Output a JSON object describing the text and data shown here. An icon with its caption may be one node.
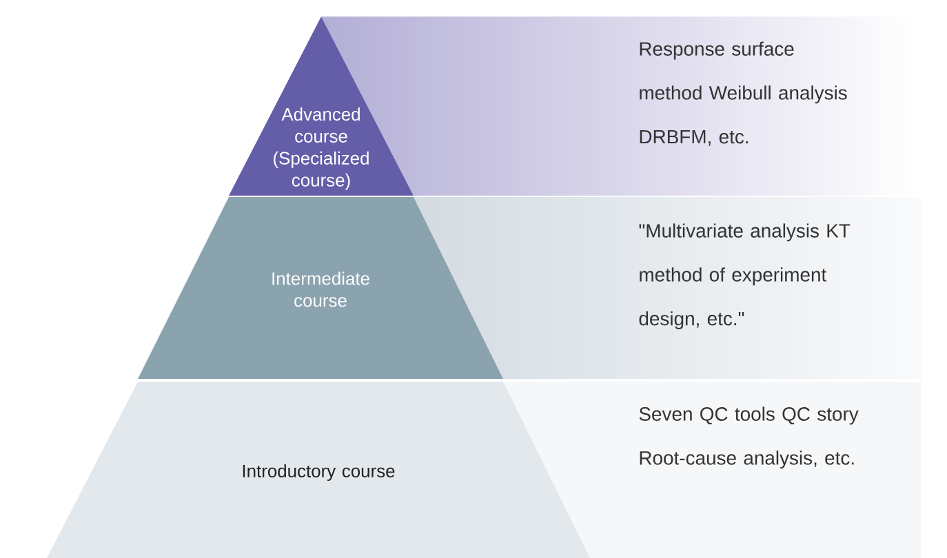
{
  "diagram": {
    "nodes": [
      {
        "text": [
          "Advanced course (Specialized course)"
        ]
      },
      {
        "text": [
          "Intermediate course"
        ]
      },
      {
        "text": [
          "Introductory course"
        ]
      }
    ],
    "labels": [
      "Response surface method Weibull analysis DRBFM, etc.",
      "\"Multivariate analysis KT method of experiment design, etc.\"",
      "Seven QC tools QC story Root-cause analysis, etc."
    ]
  }
}
